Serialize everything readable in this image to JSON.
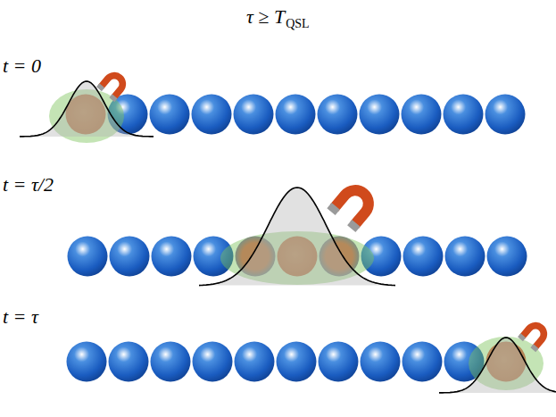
{
  "diagram": {
    "title": "τ ≥ T",
    "labels": [
      "QSL",
      "t = 0",
      "t = τ/2",
      "t = τ"
    ]
  }
}
